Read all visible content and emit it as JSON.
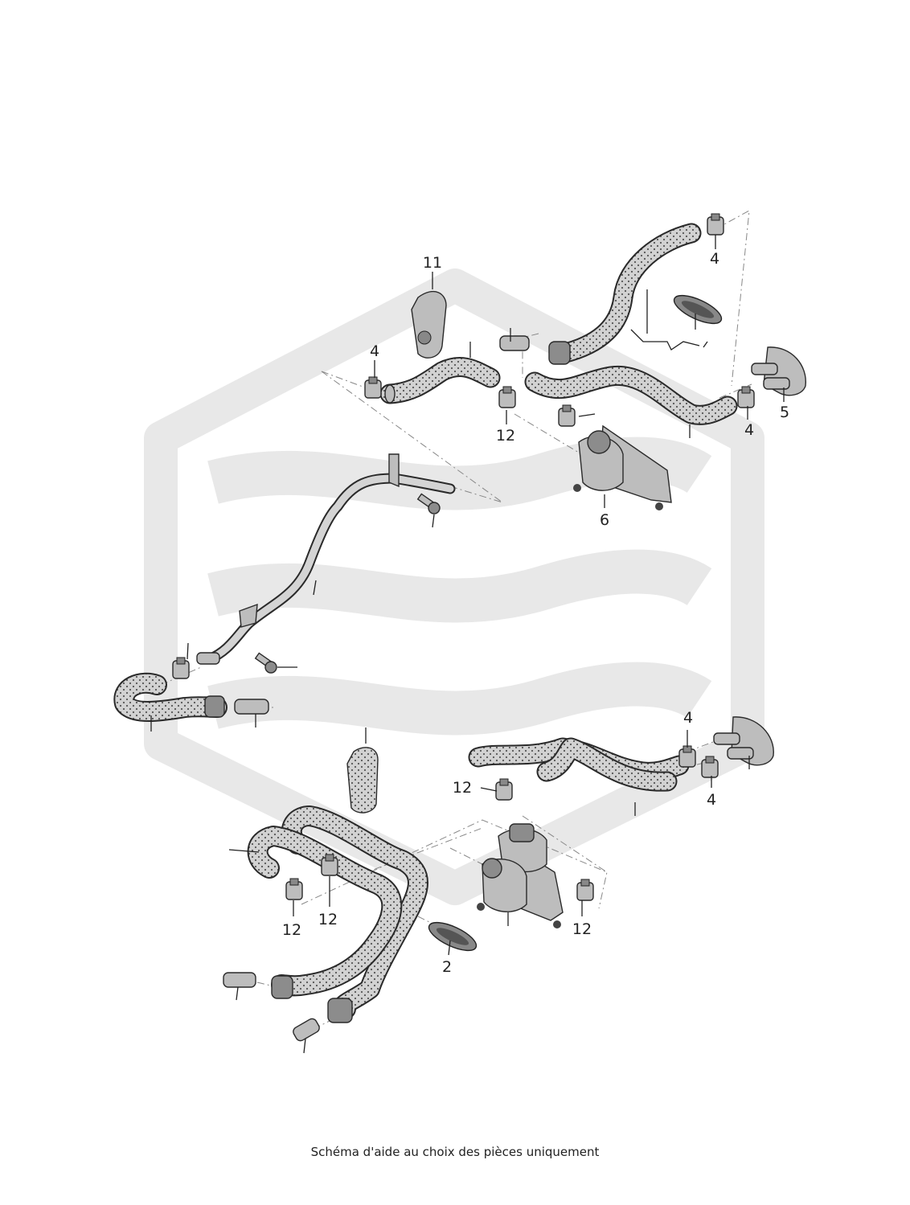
{
  "caption": "Schéma d'aide au choix des pièces uniquement",
  "callouts": [
    "11",
    "4",
    "4",
    "12",
    "5",
    "4",
    "6",
    "4",
    "12",
    "4",
    "12",
    "12",
    "12",
    "2"
  ],
  "colors": {
    "watermark": "#e9e9e9",
    "hose_fill": "#d0d0d0",
    "hose_dots": "#5a5a5a",
    "outline": "#2a2a2a"
  }
}
